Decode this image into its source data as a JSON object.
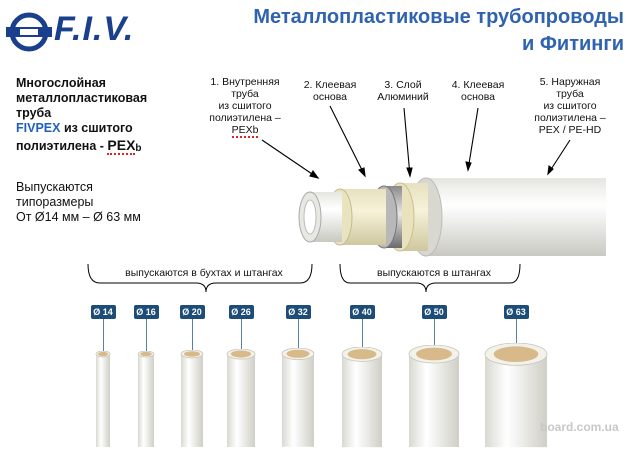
{
  "brand": {
    "name": "F.I.V."
  },
  "header": {
    "title_line1": "Металлопластиковые трубопроводы",
    "title_line2": "и Фитинги"
  },
  "description": {
    "line1": "Многослойная",
    "line2": "металлопластиковая",
    "line3": "труба",
    "brand_word": "FIVPEX",
    "line4_rest": " из сшитого",
    "line5_start": "полиэтилена  - ",
    "pex_main": "PEX",
    "pex_sub": "b",
    "produced_line1": "Выпускаются",
    "produced_line2": "типоразмеры",
    "produced_line3": "От Ø14 мм – Ø 63 мм"
  },
  "layers": [
    {
      "num": "1.",
      "lines": [
        "Внутренняя",
        "труба",
        "из сшитого",
        "полиэтилена –",
        "PEXb"
      ]
    },
    {
      "num": "2.",
      "lines": [
        "Клеевая",
        "основа"
      ]
    },
    {
      "num": "3.",
      "lines": [
        "Слой",
        "Алюминий"
      ]
    },
    {
      "num": "4.",
      "lines": [
        "Клеевая",
        "основа"
      ]
    },
    {
      "num": "5.",
      "lines": [
        "Наружная",
        "труба",
        "из сшитого",
        "полиэтилена –",
        "PEX / PE-HD"
      ]
    }
  ],
  "groups": {
    "coils_and_bars": "выпускаются  в бухтах и штангах",
    "bars_only": "выпускаются  в штангах"
  },
  "sizes": [
    "Ø 14",
    "Ø 16",
    "Ø 20",
    "Ø 26",
    "Ø 32",
    "Ø 40",
    "Ø 50",
    "Ø 63"
  ],
  "watermark": "board.com.ua",
  "colors": {
    "brand_blue": "#1a3f8c",
    "title_blue": "#2f63b0",
    "badge": "#1d4c79",
    "pipe_white": "#f4f4ee",
    "pipe_inner": "#d8b98a"
  }
}
